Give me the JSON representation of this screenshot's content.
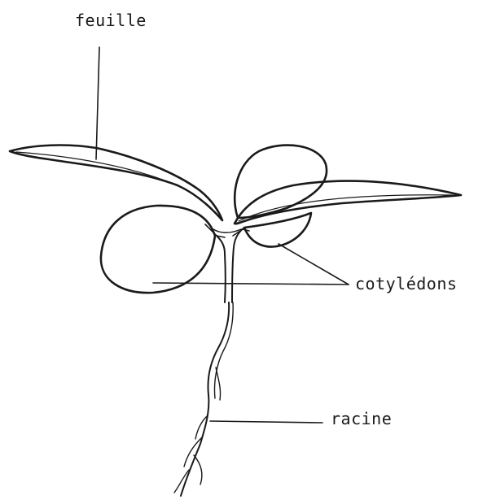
{
  "labels": {
    "leaf": "feuille",
    "cotyledons": "cotylédons",
    "root": "racine"
  },
  "colors": {
    "ink": "#1a1a1a",
    "background": "#ffffff"
  }
}
